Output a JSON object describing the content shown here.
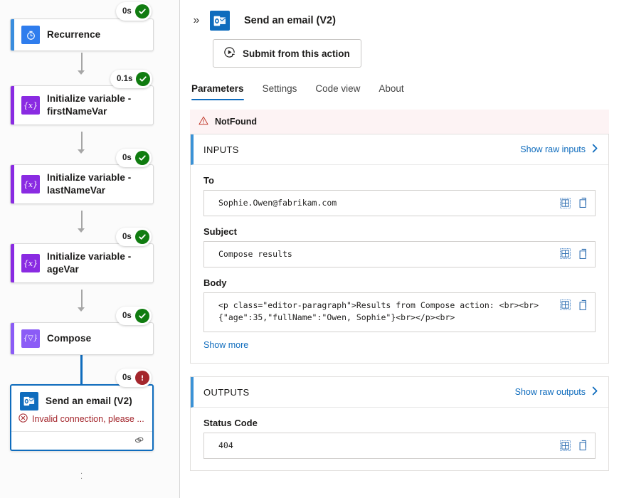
{
  "colors": {
    "accent_blue": "#0f6cbd",
    "section_bar_blue": "#3b92d6",
    "success_green": "#107c10",
    "error_red": "#a4262c",
    "variable_purple": "#8a2be2",
    "compose_purple": "#8b5cf6",
    "banner_pink": "#fdf3f4",
    "canvas_bg": "#fbfbfb"
  },
  "canvas": {
    "nodes": [
      {
        "id": "recurrence",
        "title": "Recurrence",
        "icon": "clock-icon",
        "icon_bg": "#2f7ded",
        "accent": "#3a8dde",
        "duration": "0s",
        "status": "success",
        "selected": false
      },
      {
        "id": "init-firstname",
        "title": "Initialize variable - firstNameVar",
        "icon": "variable-icon",
        "icon_bg": "#8a2be2",
        "accent": "#8a2be2",
        "duration": "0.1s",
        "status": "success",
        "selected": false
      },
      {
        "id": "init-lastname",
        "title": "Initialize variable - lastNameVar",
        "icon": "variable-icon",
        "icon_bg": "#8a2be2",
        "accent": "#8a2be2",
        "duration": "0s",
        "status": "success",
        "selected": false
      },
      {
        "id": "init-age",
        "title": "Initialize variable - ageVar",
        "icon": "variable-icon",
        "icon_bg": "#8a2be2",
        "accent": "#8a2be2",
        "duration": "0s",
        "status": "success",
        "selected": false
      },
      {
        "id": "compose",
        "title": "Compose",
        "icon": "compose-icon",
        "icon_bg": "#8b5cf6",
        "accent": "#8b5cf6",
        "duration": "0s",
        "status": "success",
        "selected": false
      },
      {
        "id": "send-an-email",
        "title": "Send an email (V2)",
        "icon": "outlook-icon",
        "icon_bg": "#0f6cbd",
        "accent": "",
        "duration": "0s",
        "status": "error",
        "selected": true,
        "error_text": "Invalid connection, please ..."
      }
    ]
  },
  "panel": {
    "header": {
      "collapse_icon": "chevron-double-right-icon",
      "app_icon": "outlook-icon",
      "title": "Send an email (V2)"
    },
    "submit_button": {
      "label": "Submit from this action",
      "icon": "resubmit-play-icon"
    },
    "tabs": [
      {
        "label": "Parameters",
        "active": true
      },
      {
        "label": "Settings",
        "active": false
      },
      {
        "label": "Code view",
        "active": false
      },
      {
        "label": "About",
        "active": false
      }
    ],
    "error_banner": {
      "icon": "warning-triangle-icon",
      "text": "NotFound"
    },
    "inputs": {
      "section_title": "INPUTS",
      "show_raw_label": "Show raw inputs",
      "show_raw_icon": "chevron-right-icon",
      "fields": [
        {
          "label": "To",
          "value": "Sophie.Owen@fabrikam.com",
          "expand_icon": "expand-table-icon",
          "copy_icon": "copy-icon"
        },
        {
          "label": "Subject",
          "value": "Compose results",
          "expand_icon": "expand-table-icon",
          "copy_icon": "copy-icon"
        },
        {
          "label": "Body",
          "value": "<p class=\"editor-paragraph\">Results from Compose action: <br><br>{\"age\":35,\"fullName\":\"Owen, Sophie\"}<br></p><br>",
          "expand_icon": "expand-table-icon",
          "copy_icon": "copy-icon"
        }
      ],
      "show_more_label": "Show more"
    },
    "outputs": {
      "section_title": "OUTPUTS",
      "show_raw_label": "Show raw outputs",
      "show_raw_icon": "chevron-right-icon",
      "fields": [
        {
          "label": "Status Code",
          "value": "404",
          "expand_icon": "expand-table-icon",
          "copy_icon": "copy-icon"
        }
      ]
    }
  }
}
